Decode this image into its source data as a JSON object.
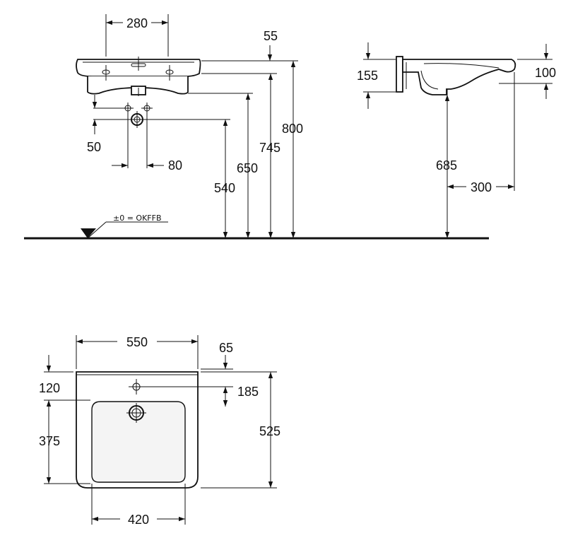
{
  "reference_label": "±0 = OKFFB",
  "dims": {
    "front": {
      "d280": "280",
      "d55": "55",
      "d50": "50",
      "d80": "80",
      "d540": "540",
      "d650": "650",
      "d745": "745",
      "d800": "800"
    },
    "side": {
      "d155": "155",
      "d100": "100",
      "d685": "685",
      "d300": "300"
    },
    "top": {
      "d550": "550",
      "d65": "65",
      "d120": "120",
      "d185": "185",
      "d375": "375",
      "d525": "525",
      "d420": "420"
    }
  }
}
